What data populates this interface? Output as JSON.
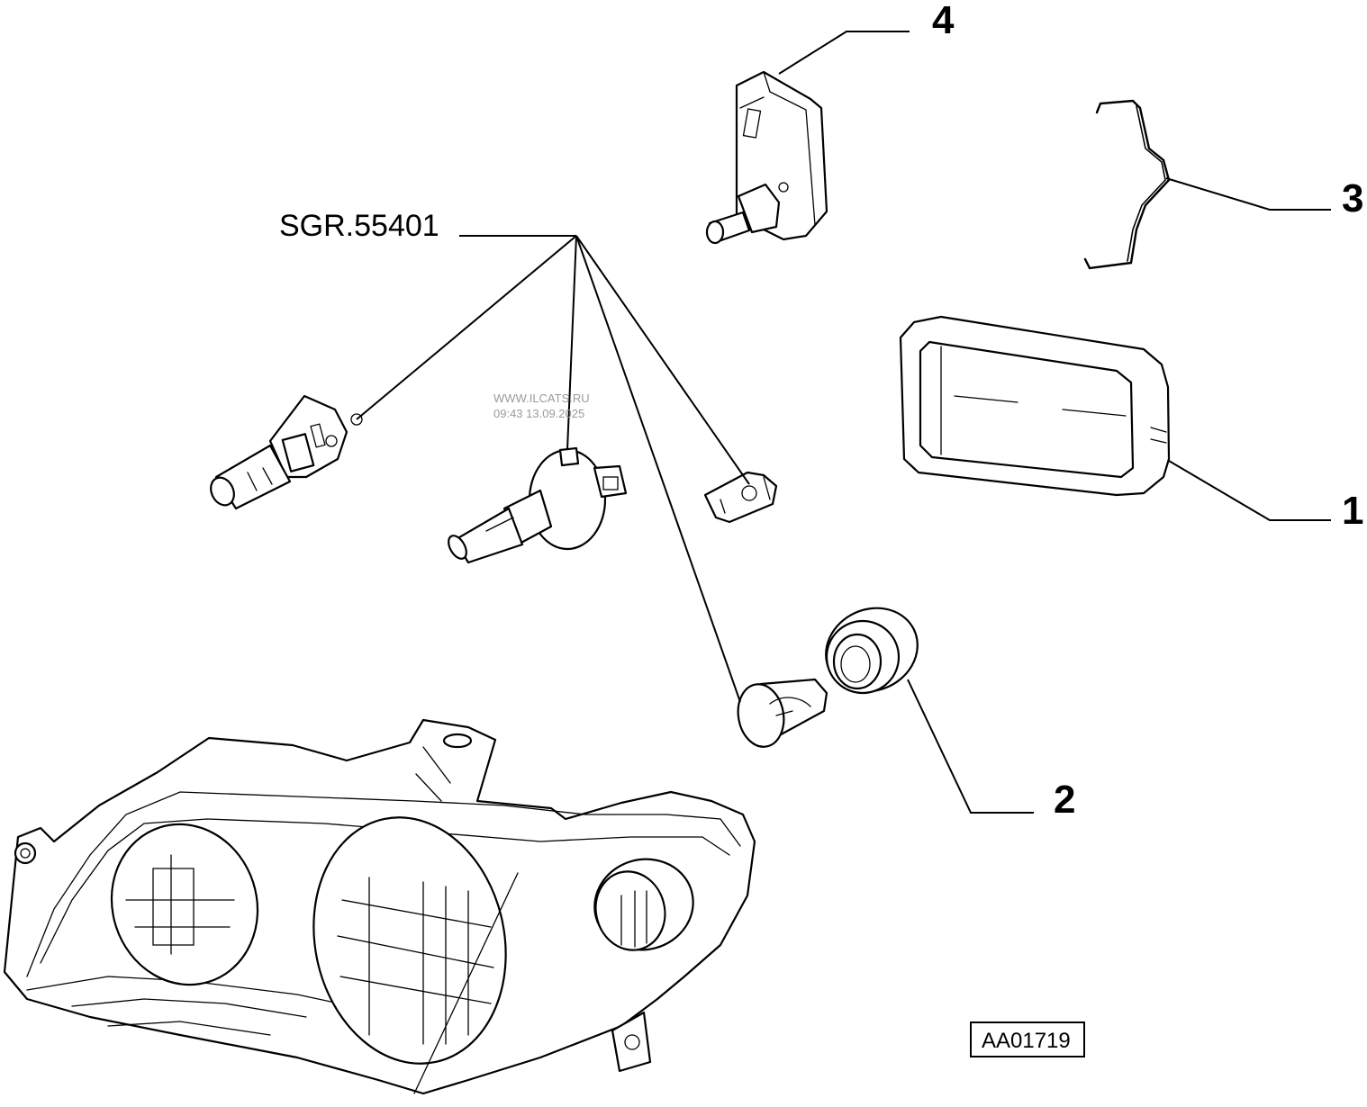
{
  "diagram": {
    "group_reference": "SGR.55401",
    "drawing_code": "AA01719",
    "watermark": {
      "site": "WWW.ILCATS.RU",
      "timestamp": "09:43 13.09.2025"
    },
    "callouts": [
      "1",
      "2",
      "3",
      "4"
    ],
    "colors": {
      "line": "#000000",
      "background": "#ffffff",
      "watermark": "#9a9a9a"
    }
  }
}
